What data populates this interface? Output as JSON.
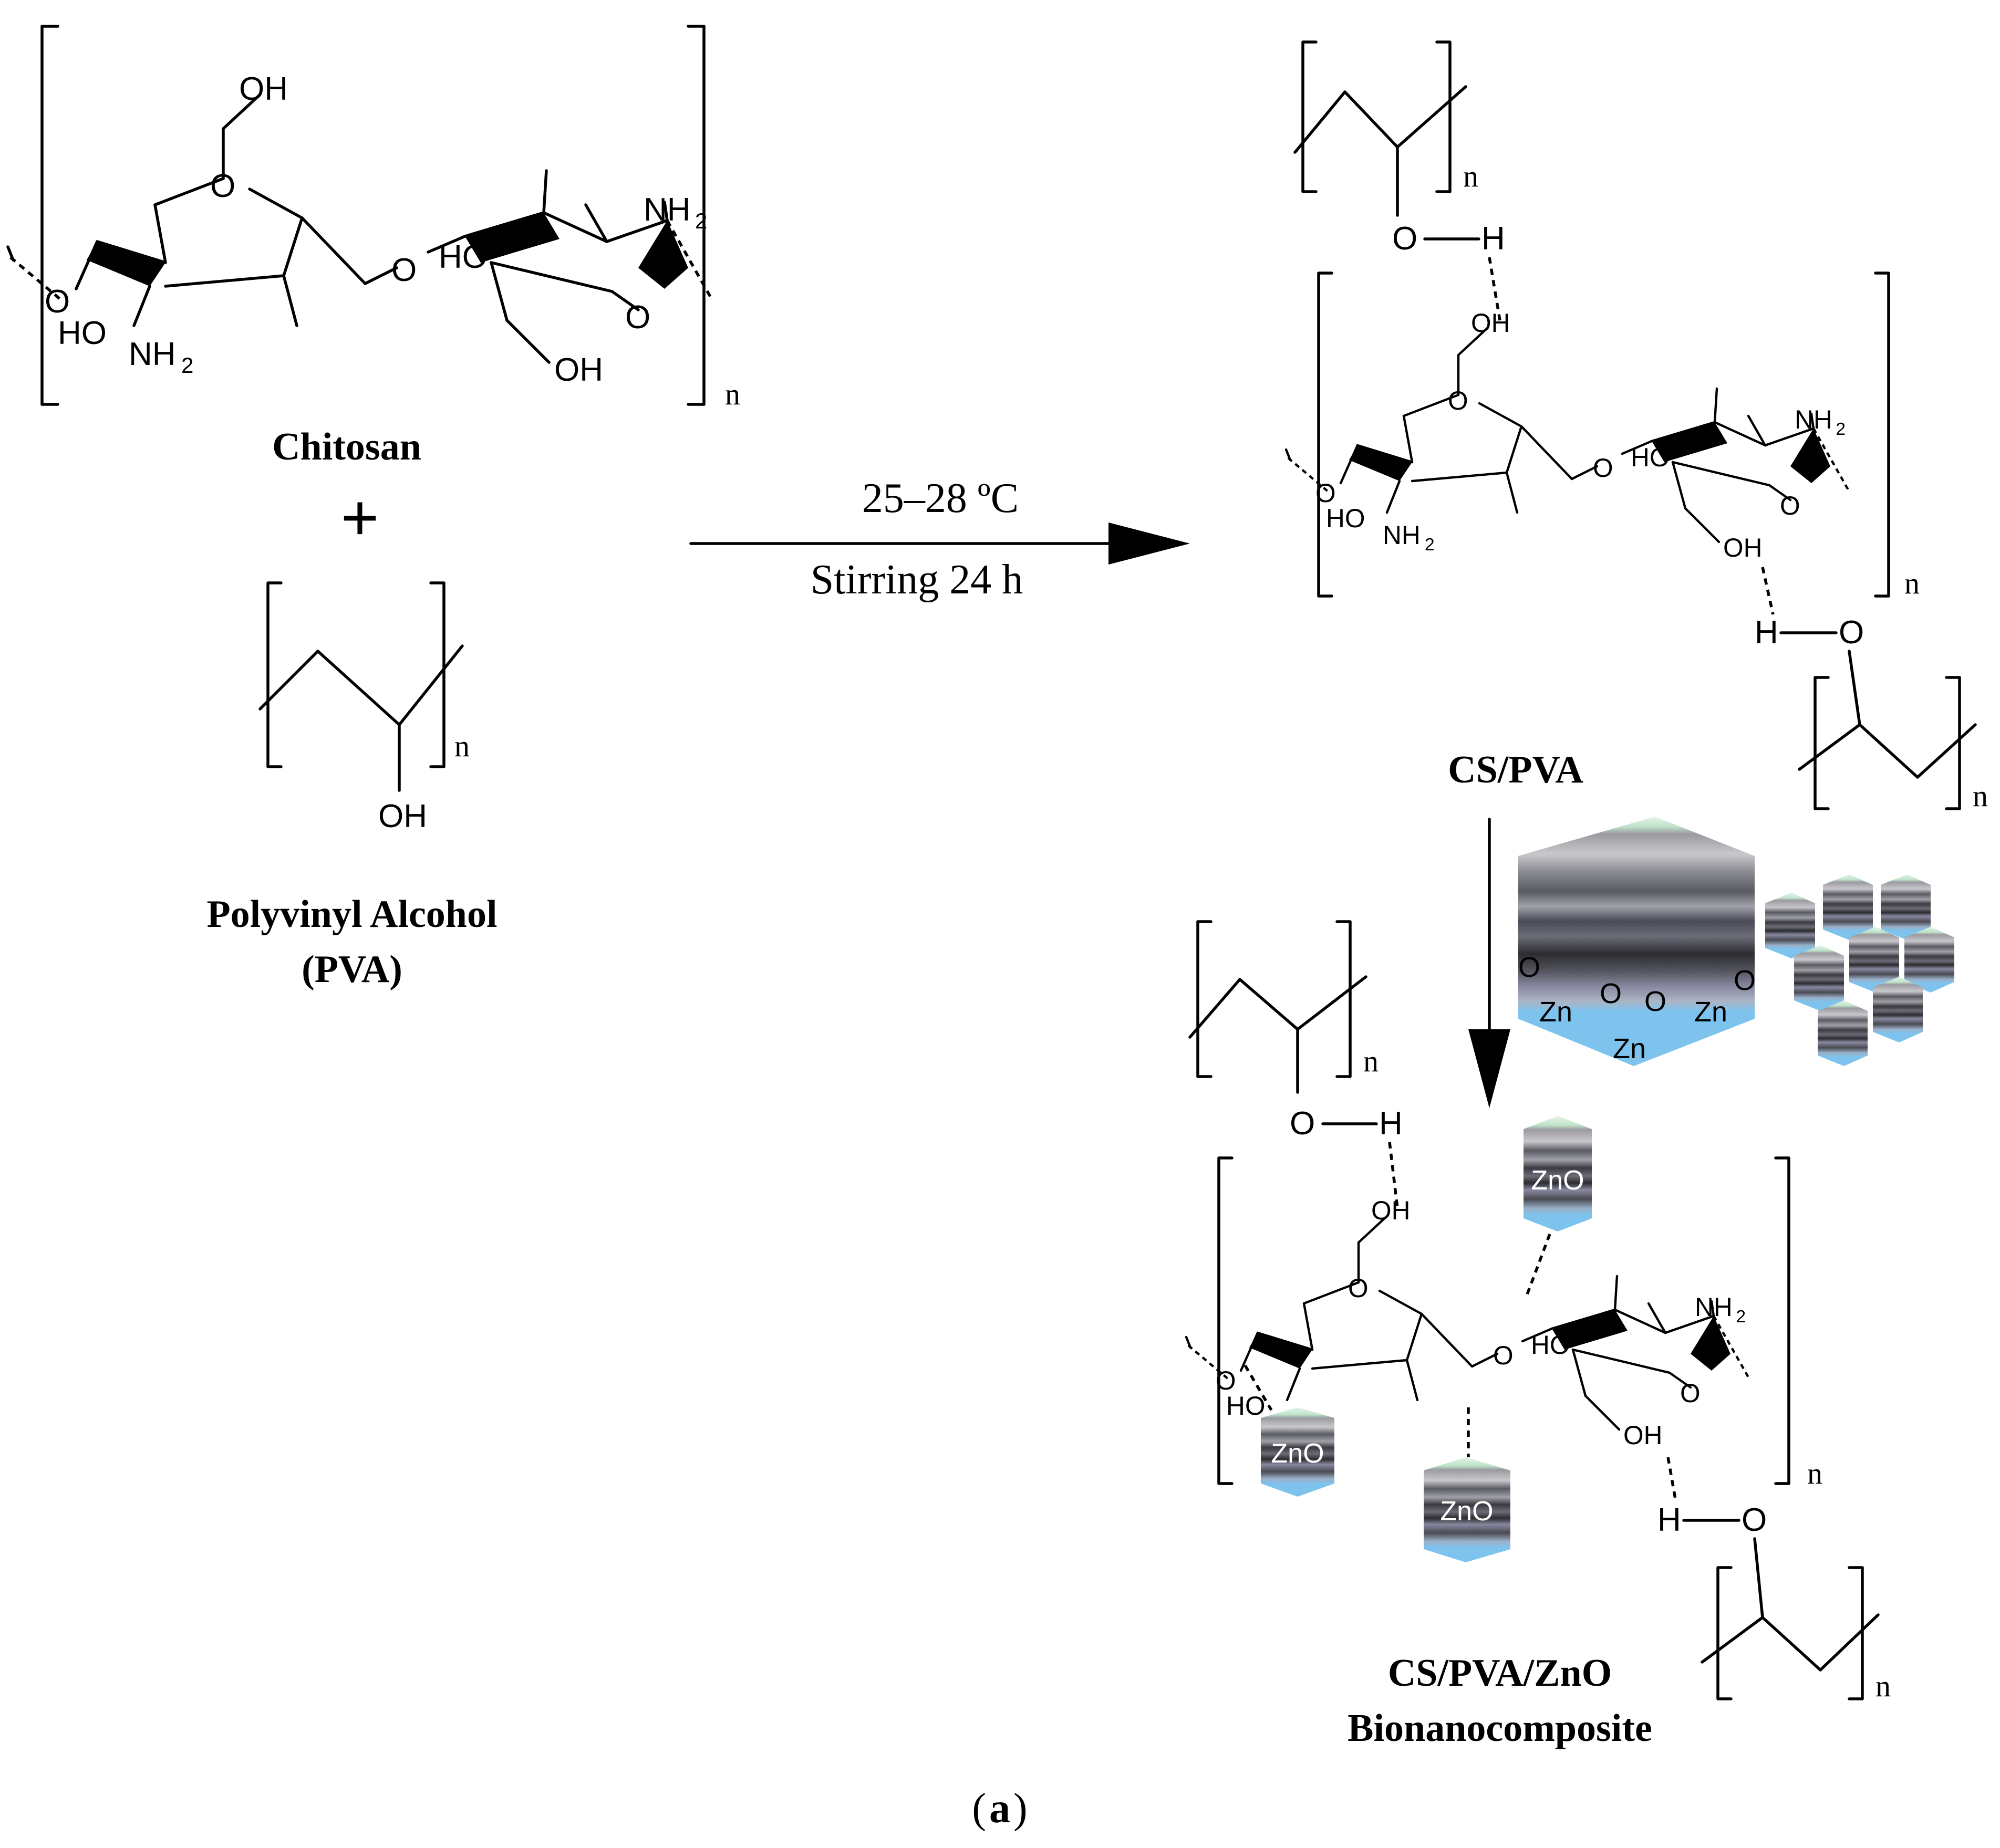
{
  "labels": {
    "chitosan": "Chitosan",
    "plus": "+",
    "pva_line1": "Polyvinyl Alcohol",
    "pva_line2": "(PVA)",
    "cs_pva": "CS/PVA",
    "product_line1": "CS/PVA/ZnO",
    "product_line2": "Bionanocomposite",
    "caption_paren_open": "(",
    "caption_letter": "a",
    "caption_paren_close": ")"
  },
  "conditions": {
    "temperature": "25–28 ºC",
    "stirring": "Stirring 24 h"
  },
  "atoms": {
    "oh": "OH",
    "ho": "HO",
    "o": "O",
    "h": "H",
    "nh": "NH",
    "sub2": "2",
    "n": "n",
    "zn": "Zn",
    "zno": "ZnO"
  },
  "colors": {
    "bond": "#000000",
    "zno_light": "#7ec3ee",
    "zno_dark": "#2a2a2a",
    "zno_mid": "#8a8a92",
    "zno_top": "#cfe8d8"
  }
}
